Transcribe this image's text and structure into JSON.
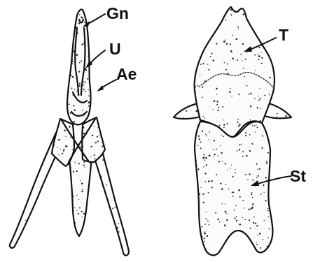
{
  "labels": {
    "gnathos": "Gn",
    "uncus": "U",
    "aedeagus": "Ae",
    "tergite": "T",
    "sternite": "St"
  }
}
